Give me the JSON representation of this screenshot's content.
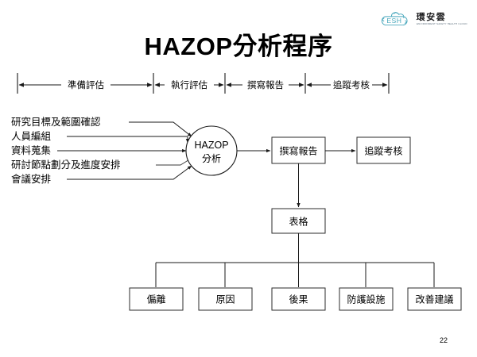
{
  "slide": {
    "page_number": "22",
    "background_color": "#ffffff"
  },
  "logo": {
    "acronym": "ESH",
    "brand_cn": "環安雲",
    "brand_sub": "ENVIRONMENT SAFETY HEALTH CLOUD",
    "mark_color": "#4aa8bd",
    "icon": "cloud-recycle-icon"
  },
  "header": {
    "title": "HAZOP分析程序"
  },
  "phases": [
    {
      "label": "準備評估",
      "color": "#000000"
    },
    {
      "label": "執行評估",
      "color": "#000000"
    },
    {
      "label": "撰寫報告",
      "color": "#e05c52"
    },
    {
      "label": "追蹤考核",
      "color": "#000000"
    }
  ],
  "inputs": [
    {
      "label": "研究目標及範圍確認"
    },
    {
      "label": "人員編組"
    },
    {
      "label": "資料蒐集"
    },
    {
      "label": "研討節點劃分及進度安排"
    },
    {
      "label": "會議安排"
    }
  ],
  "process": {
    "hub_line1": "HAZOP",
    "hub_line2": "分析",
    "report_box": "撰寫報告",
    "followup_box": "追蹤考核",
    "table_box": "表格"
  },
  "table_columns": [
    {
      "label": "偏離"
    },
    {
      "label": "原因"
    },
    {
      "label": "後果"
    },
    {
      "label": "防護設施"
    },
    {
      "label": "改善建議"
    }
  ],
  "colors": {
    "line": "#1a1a1a",
    "box_border": "#2b2b2b",
    "accent_red": "#e05c52",
    "page_number": "#a9a9a9"
  }
}
